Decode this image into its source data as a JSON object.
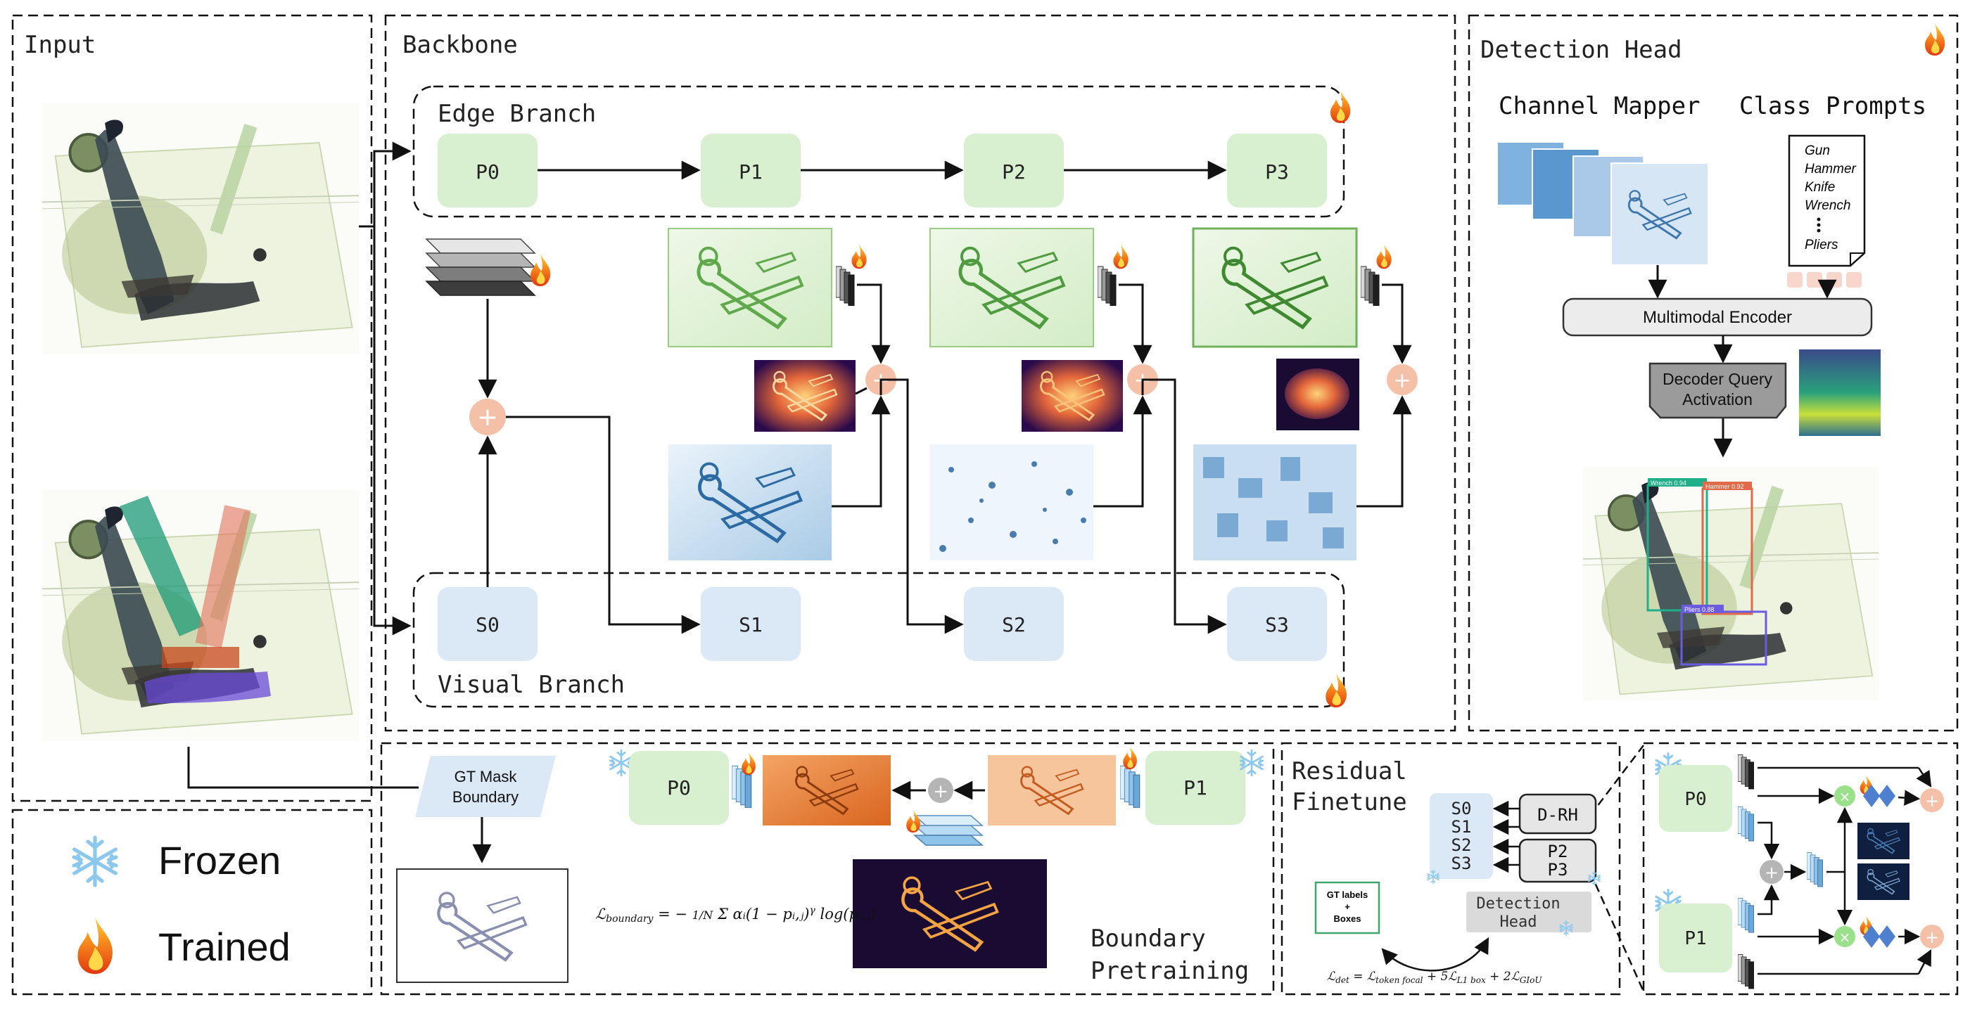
{
  "sections": {
    "input": "Input",
    "backbone": "Backbone",
    "detection_head": "Detection Head",
    "edge_branch": "Edge Branch",
    "visual_branch": "Visual Branch",
    "residual_finetune_line1": "Residual",
    "residual_finetune_line2": "Finetune",
    "boundary_pretraining_line1": "Boundary",
    "boundary_pretraining_line2": "Pretraining"
  },
  "edge_nodes": [
    "P0",
    "P1",
    "P2",
    "P3"
  ],
  "visual_nodes": [
    "S0",
    "S1",
    "S2",
    "S3"
  ],
  "head": {
    "channel_mapper": "Channel Mapper",
    "class_prompts": "Class Prompts",
    "prompt_items": [
      "Gun",
      "Hammer",
      "Knife",
      "Wrench",
      "Pliers"
    ],
    "multimodal_encoder": "Multimodal Encoder",
    "decoder_query_line1": "Decoder Query",
    "decoder_query_line2": "Activation",
    "det_labels": [
      "Wrench 0.94",
      "Hammer 0.92",
      "Pliers 0.88"
    ]
  },
  "legend": {
    "frozen": "Frozen",
    "trained": "Trained"
  },
  "pretrain": {
    "gt_mask_line1": "GT Mask",
    "gt_mask_line2": "Boundary",
    "p0": "P0",
    "p1": "P1"
  },
  "residual": {
    "s_labels": [
      "S0",
      "S1",
      "S2",
      "S3"
    ],
    "drh": "D-RH",
    "p2": "P2",
    "p3": "P3",
    "gt_line1": "GT labels",
    "gt_line2": "+",
    "gt_line3": "Boxes",
    "det_head_line1": "Detection",
    "det_head_line2": "Head"
  },
  "zoom": {
    "p0": "P0",
    "p1": "P1"
  },
  "colors": {
    "edge_green": "#d8efd0",
    "visual_blue": "#dbe8f6",
    "plus_orange": "#f4c1a8",
    "frozen_blue": "#9ccfee",
    "flame_orange": "#f06a1c"
  }
}
